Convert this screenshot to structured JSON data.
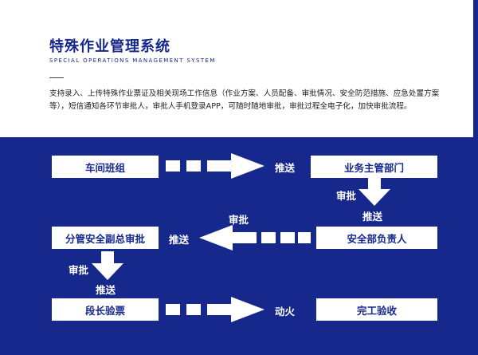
{
  "header": {
    "title": "特殊作业管理系统",
    "subtitle": "SPECIAL OPERATIONS MANAGEMENT SYSTEM",
    "description": "支持录入、上传特殊作业票证及相关现场工作信息（作业方案、人员配备、审批情况、安全防范措施、应急处置方案等），短信通知各环节审批人，审批人手机登录APP，可随时随地审批，审批过程全电子化，加快审批流程。"
  },
  "colors": {
    "brand": "#16288c",
    "panel": "#16288c",
    "box": "#ffffff"
  },
  "flow": {
    "nodes": {
      "workshop_team": "车间班组",
      "business_dept": "业务主管部门",
      "safety_head": "安全部负责人",
      "deputy_manager": "分管安全副总审批",
      "section_chief": "段长验票",
      "completion": "完工验收"
    },
    "labels": {
      "push_1": "推送",
      "approve_1": "审批",
      "push_2": "推送",
      "approve_2": "审批",
      "push_3": "推送",
      "approve_3": "审批",
      "push_4": "推送",
      "fire": "动火"
    }
  }
}
